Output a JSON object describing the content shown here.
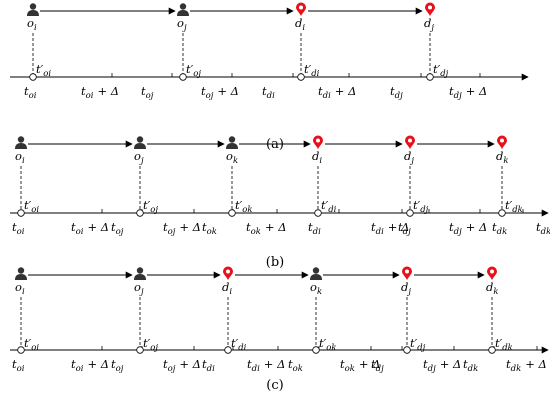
{
  "colors": {
    "pickup_icon": "#333333",
    "dropoff_icon": "#e8101a",
    "line": "#000000"
  },
  "icons": {
    "origin": "person-icon",
    "destination": "map-pin-icon"
  },
  "panels": [
    {
      "label": "(a)",
      "events": [
        {
          "kind": "o",
          "sym": "o",
          "sub": "i",
          "tprime": "t′",
          "tsub": "oi"
        },
        {
          "kind": "o",
          "sym": "o",
          "sub": "j",
          "tprime": "t′",
          "tsub": "oj"
        },
        {
          "kind": "d",
          "sym": "d",
          "sub": "i",
          "tprime": "t′",
          "tsub": "di"
        },
        {
          "kind": "d",
          "sym": "d",
          "sub": "j",
          "tprime": "t′",
          "tsub": "dj"
        }
      ],
      "ticks": [
        {
          "t": "t",
          "sub": "oi",
          "delta": ""
        },
        {
          "t": "t",
          "sub": "oi",
          "delta": "+ Δ"
        },
        {
          "t": "t",
          "sub": "oj",
          "delta": ""
        },
        {
          "t": "t",
          "sub": "oj",
          "delta": "+ Δ"
        },
        {
          "t": "t",
          "sub": "di",
          "delta": ""
        },
        {
          "t": "t",
          "sub": "di",
          "delta": "+ Δ"
        },
        {
          "t": "t",
          "sub": "dj",
          "delta": ""
        },
        {
          "t": "t",
          "sub": "dj",
          "delta": "+ Δ"
        }
      ]
    },
    {
      "label": "(b)",
      "events": [
        {
          "kind": "o",
          "sym": "o",
          "sub": "i",
          "tprime": "t′",
          "tsub": "oi"
        },
        {
          "kind": "o",
          "sym": "o",
          "sub": "j",
          "tprime": "t′",
          "tsub": "oj"
        },
        {
          "kind": "o",
          "sym": "o",
          "sub": "k",
          "tprime": "t′",
          "tsub": "ok"
        },
        {
          "kind": "d",
          "sym": "d",
          "sub": "i",
          "tprime": "t′",
          "tsub": "di"
        },
        {
          "kind": "d",
          "sym": "d",
          "sub": "j",
          "tprime": "t′",
          "tsub": "dj"
        },
        {
          "kind": "d",
          "sym": "d",
          "sub": "k",
          "tprime": "t′",
          "tsub": "dk"
        }
      ],
      "ticks": [
        {
          "t": "t",
          "sub": "oi",
          "delta": ""
        },
        {
          "t": "t",
          "sub": "oi",
          "delta": "+ Δ"
        },
        {
          "t": "t",
          "sub": "oj",
          "delta": ""
        },
        {
          "t": "t",
          "sub": "oj",
          "delta": "+ Δ"
        },
        {
          "t": "t",
          "sub": "ok",
          "delta": ""
        },
        {
          "t": "t",
          "sub": "ok",
          "delta": "+ Δ"
        },
        {
          "t": "t",
          "sub": "di",
          "delta": ""
        },
        {
          "t": "t",
          "sub": "di",
          "delta": "+ Δ"
        },
        {
          "t": "t",
          "sub": "dj",
          "delta": ""
        },
        {
          "t": "t",
          "sub": "dj",
          "delta": "+ Δ"
        },
        {
          "t": "t",
          "sub": "dk",
          "delta": ""
        },
        {
          "t": "t",
          "sub": "dk",
          "delta": "+ Δ"
        }
      ]
    },
    {
      "label": "(c)",
      "events": [
        {
          "kind": "o",
          "sym": "o",
          "sub": "i",
          "tprime": "t′",
          "tsub": "oi"
        },
        {
          "kind": "o",
          "sym": "o",
          "sub": "j",
          "tprime": "t′",
          "tsub": "oj"
        },
        {
          "kind": "d",
          "sym": "d",
          "sub": "i",
          "tprime": "t′",
          "tsub": "di"
        },
        {
          "kind": "o",
          "sym": "o",
          "sub": "k",
          "tprime": "t′",
          "tsub": "ok"
        },
        {
          "kind": "d",
          "sym": "d",
          "sub": "j",
          "tprime": "t′",
          "tsub": "dj"
        },
        {
          "kind": "d",
          "sym": "d",
          "sub": "k",
          "tprime": "t′",
          "tsub": "dk"
        }
      ],
      "ticks": [
        {
          "t": "t",
          "sub": "oi",
          "delta": ""
        },
        {
          "t": "t",
          "sub": "oi",
          "delta": "+ Δ"
        },
        {
          "t": "t",
          "sub": "oj",
          "delta": ""
        },
        {
          "t": "t",
          "sub": "oj",
          "delta": "+ Δ"
        },
        {
          "t": "t",
          "sub": "di",
          "delta": ""
        },
        {
          "t": "t",
          "sub": "di",
          "delta": "+ Δ"
        },
        {
          "t": "t",
          "sub": "ok",
          "delta": ""
        },
        {
          "t": "t",
          "sub": "ok",
          "delta": "+ Δ"
        },
        {
          "t": "t",
          "sub": "dj",
          "delta": ""
        },
        {
          "t": "t",
          "sub": "dj",
          "delta": "+ Δ"
        },
        {
          "t": "t",
          "sub": "dk",
          "delta": ""
        },
        {
          "t": "t",
          "sub": "dk",
          "delta": "+ Δ"
        }
      ]
    }
  ]
}
